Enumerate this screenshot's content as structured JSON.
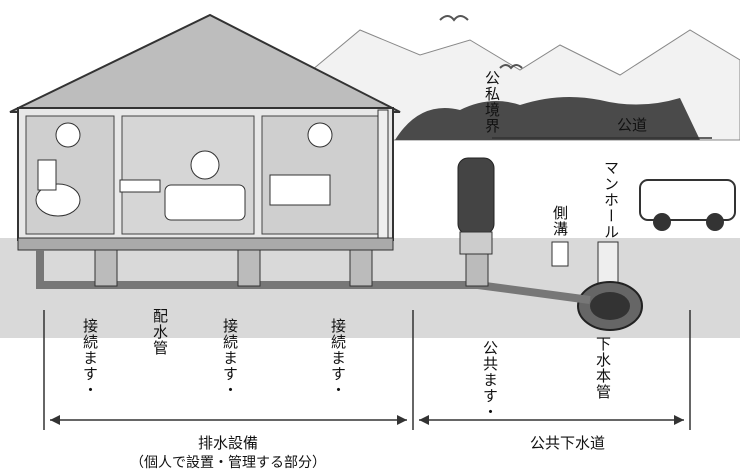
{
  "labels": {
    "boundary": "公私境界",
    "public_road": "公道",
    "manhole": "マンホール",
    "side_ditch": "側溝",
    "connection_basin": "接続ます・",
    "drain_pipe": "配水管",
    "public_basin": "公共ます・",
    "sewer_main": "下水本管",
    "drainage_facility": "排水設備",
    "drainage_note": "（個人で設置・管理する部分）",
    "public_sewer": "公共下水道"
  }
}
